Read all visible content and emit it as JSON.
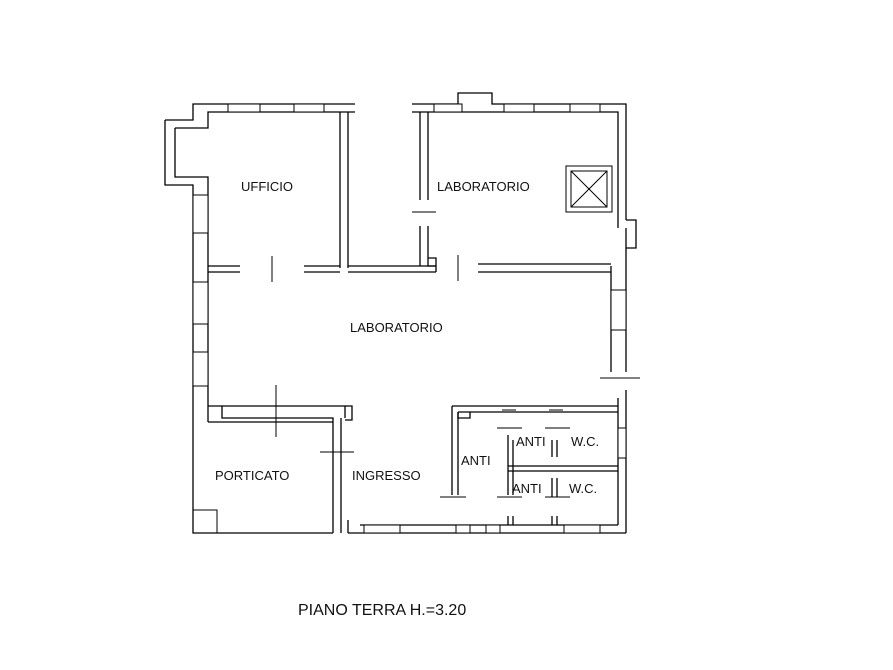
{
  "drawing": {
    "caption": "PIANO TERRA H.=3.20",
    "rooms": {
      "ufficio": "UFFICIO",
      "laboratorio_nord": "LABORATORIO",
      "laboratorio_centrale": "LABORATORIO",
      "porticato": "PORTICATO",
      "ingresso": "INGRESSO",
      "anti_1": "ANTI",
      "anti_2": "ANTI",
      "anti_3": "ANTI",
      "wc_1": "W.C.",
      "wc_2": "W.C."
    },
    "stroke_color": "#000000",
    "background_color": "#ffffff"
  }
}
